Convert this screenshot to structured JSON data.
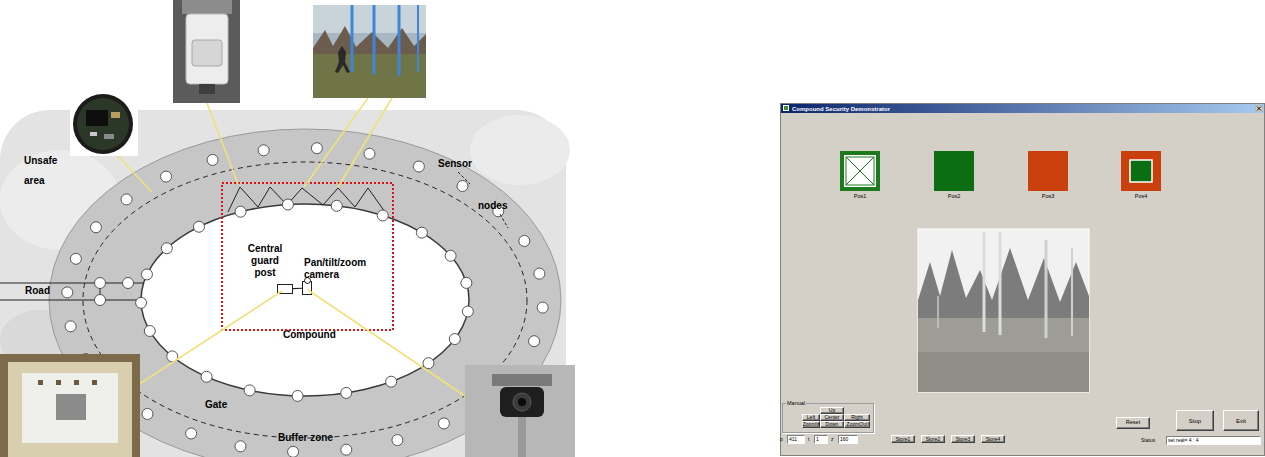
{
  "diagram": {
    "nodes": [
      {
        "text": [
          "Buffer zone"
        ]
      },
      {
        "text": [
          "Compound"
        ],
        "in": 0
      },
      {
        "text": [
          "Central guard post"
        ],
        "in": 1
      },
      {
        "text": [
          "Pan/tilt/zoom camera"
        ],
        "in": 1
      },
      {
        "text": [
          "Compound Security Demonstrator"
        ]
      },
      {
        "text": [
          "Pos1"
        ],
        "in": 4
      },
      {
        "text": [
          "Pos2"
        ],
        "in": 4
      },
      {
        "text": [
          "Pos3"
        ],
        "in": 4
      },
      {
        "text": [
          "Pos4"
        ],
        "in": 4
      },
      {
        "text": [
          "Manual"
        ],
        "in": 4
      },
      {
        "text": [
          "Up"
        ],
        "in": 9
      },
      {
        "text": [
          "Left"
        ],
        "in": 9
      },
      {
        "text": [
          "Center"
        ],
        "in": 9
      },
      {
        "text": [
          "Right"
        ],
        "in": 9
      },
      {
        "text": [
          "ZoomIn"
        ],
        "in": 9
      },
      {
        "text": [
          "Down"
        ],
        "in": 9
      },
      {
        "text": [
          "ZoomOut"
        ],
        "in": 9
      },
      {
        "text": [
          "411"
        ],
        "in": 4
      },
      {
        "text": [
          "1"
        ],
        "in": 4
      },
      {
        "text": [
          "160"
        ],
        "in": 4
      },
      {
        "text": [
          "Store1"
        ],
        "in": 4
      },
      {
        "text": [
          "Store2"
        ],
        "in": 4
      },
      {
        "text": [
          "Store3"
        ],
        "in": 4
      },
      {
        "text": [
          "Store4"
        ],
        "in": 4
      },
      {
        "text": [
          "Reset"
        ],
        "in": 4
      },
      {
        "text": [
          "Stop"
        ],
        "in": 4
      },
      {
        "text": [
          "Exit"
        ],
        "in": 4
      },
      {
        "text": [
          "set real= 4 : 4"
        ],
        "in": 4
      }
    ],
    "edges": [
      {
        "from": 2,
        "to": 3,
        "arrow": "none"
      }
    ],
    "labels": [
      "Sensor nodes",
      "Unsafe area",
      "Road",
      "Gate",
      "p",
      "t",
      "z",
      "Status"
    ]
  }
}
